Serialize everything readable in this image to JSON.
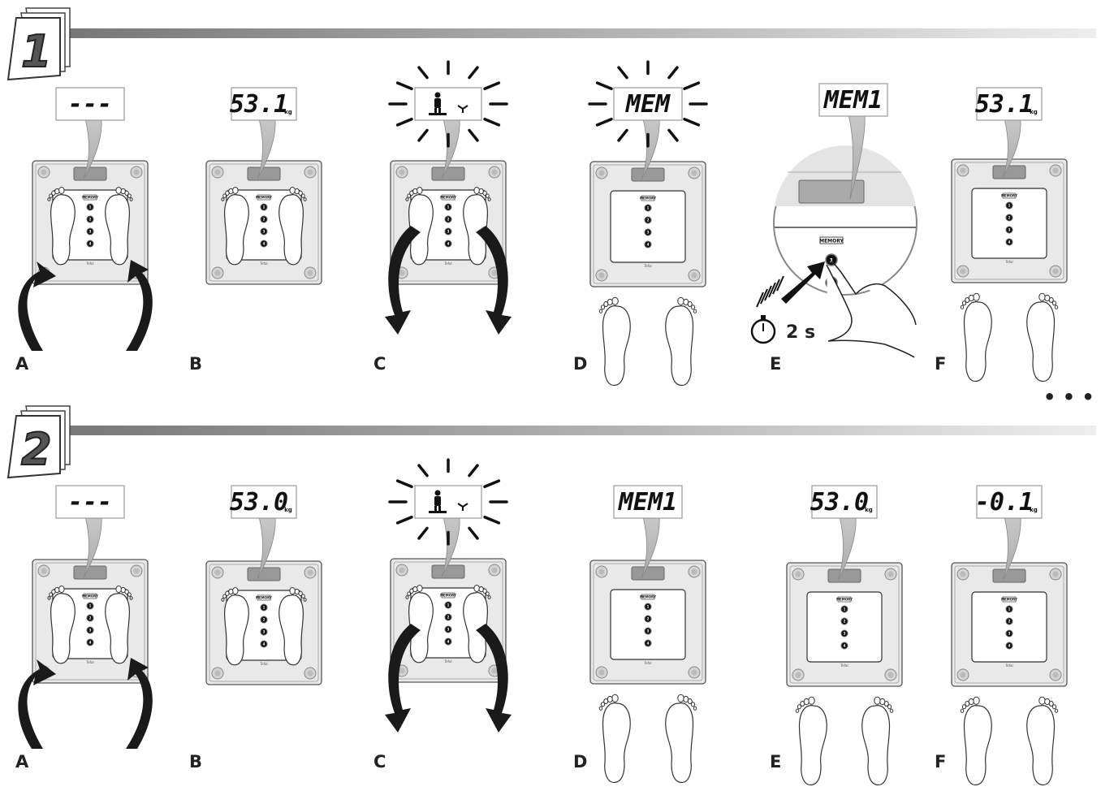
{
  "rows": [
    {
      "step": "1",
      "panels": [
        {
          "letter": "A",
          "display": "---",
          "unit": "",
          "action": "step-on"
        },
        {
          "letter": "B",
          "display": "53.1",
          "unit": "kg",
          "action": "none"
        },
        {
          "letter": "C",
          "display": "",
          "unit": "",
          "action": "step-off",
          "icon": "person-on-scale-icon"
        },
        {
          "letter": "D",
          "display": "MEM",
          "unit": "",
          "action": "feet-below",
          "flashing": true
        },
        {
          "letter": "E",
          "display": "MEM1",
          "unit": "",
          "action": "press-memory-button"
        },
        {
          "letter": "F",
          "display": "53.1",
          "unit": "kg",
          "action": "feet-below"
        }
      ]
    },
    {
      "step": "2",
      "panels": [
        {
          "letter": "A",
          "display": "---",
          "unit": "",
          "action": "step-on"
        },
        {
          "letter": "B",
          "display": "53.0",
          "unit": "kg",
          "action": "none"
        },
        {
          "letter": "C",
          "display": "",
          "unit": "",
          "action": "step-off",
          "icon": "person-on-scale-icon"
        },
        {
          "letter": "D",
          "display": "MEM1",
          "unit": "",
          "action": "feet-below"
        },
        {
          "letter": "E",
          "display": "53.0",
          "unit": "kg",
          "action": "feet-below"
        },
        {
          "letter": "F",
          "display": "-0.1",
          "unit": "kg",
          "action": "feet-below"
        }
      ]
    }
  ],
  "memory_label": "MEMORY",
  "brand_label": "Tefal",
  "timer_label": "2 s",
  "continuation": "• • •",
  "colors": {
    "scale_fill": "#e9e9e9",
    "scale_stroke": "#555555",
    "arrow": "#1a1a1a",
    "bar_dark": "#7a7a7a"
  }
}
